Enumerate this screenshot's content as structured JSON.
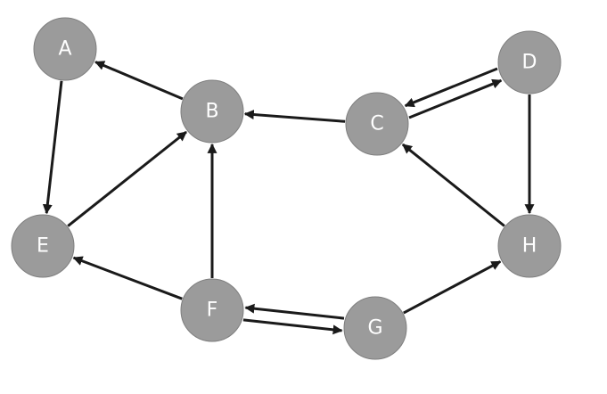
{
  "colors": {
    "node_fill": "#9b9b9b",
    "node_stroke": "#7f7f7f",
    "node_text": "#ffffff",
    "edge": "#1a1a1a",
    "background": "#ffffff"
  },
  "graph": {
    "directed": true,
    "nodes": [
      {
        "id": "A",
        "label": "A"
      },
      {
        "id": "B",
        "label": "B"
      },
      {
        "id": "C",
        "label": "C"
      },
      {
        "id": "D",
        "label": "D"
      },
      {
        "id": "E",
        "label": "E"
      },
      {
        "id": "F",
        "label": "F"
      },
      {
        "id": "G",
        "label": "G"
      },
      {
        "id": "H",
        "label": "H"
      }
    ],
    "edges": [
      {
        "from": "A",
        "to": "E"
      },
      {
        "from": "B",
        "to": "A"
      },
      {
        "from": "C",
        "to": "B"
      },
      {
        "from": "C",
        "to": "D"
      },
      {
        "from": "D",
        "to": "C"
      },
      {
        "from": "D",
        "to": "H"
      },
      {
        "from": "H",
        "to": "C"
      },
      {
        "from": "E",
        "to": "B"
      },
      {
        "from": "F",
        "to": "B"
      },
      {
        "from": "F",
        "to": "E"
      },
      {
        "from": "F",
        "to": "G"
      },
      {
        "from": "G",
        "to": "F"
      },
      {
        "from": "G",
        "to": "H"
      }
    ]
  }
}
